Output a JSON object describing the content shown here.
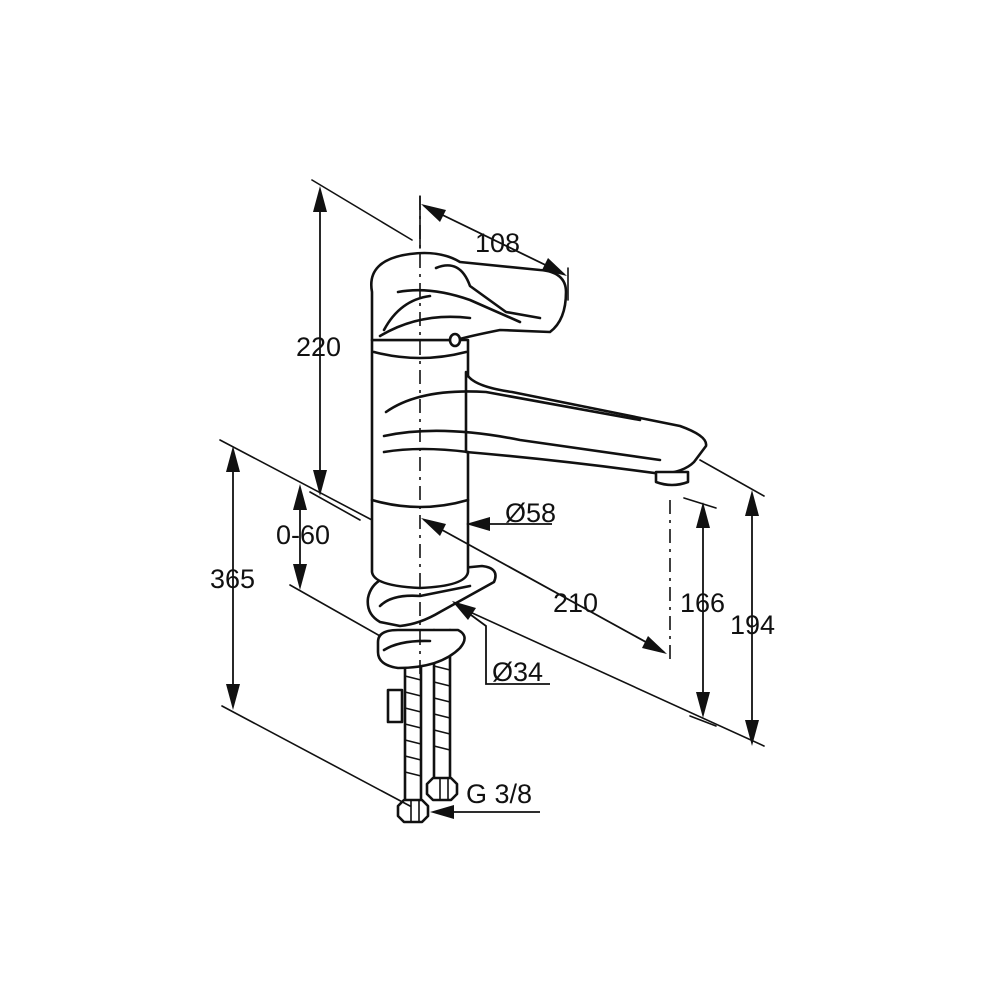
{
  "dimensions": {
    "handle_length": "108",
    "total_height": "220",
    "body_diameter": "Ø58",
    "mount_height_range": "0-60",
    "hose_length": "365",
    "spout_reach": "210",
    "spout_height": "166",
    "overall_spout_height": "194",
    "hole_diameter": "Ø34",
    "connection_thread": "G 3/8"
  }
}
